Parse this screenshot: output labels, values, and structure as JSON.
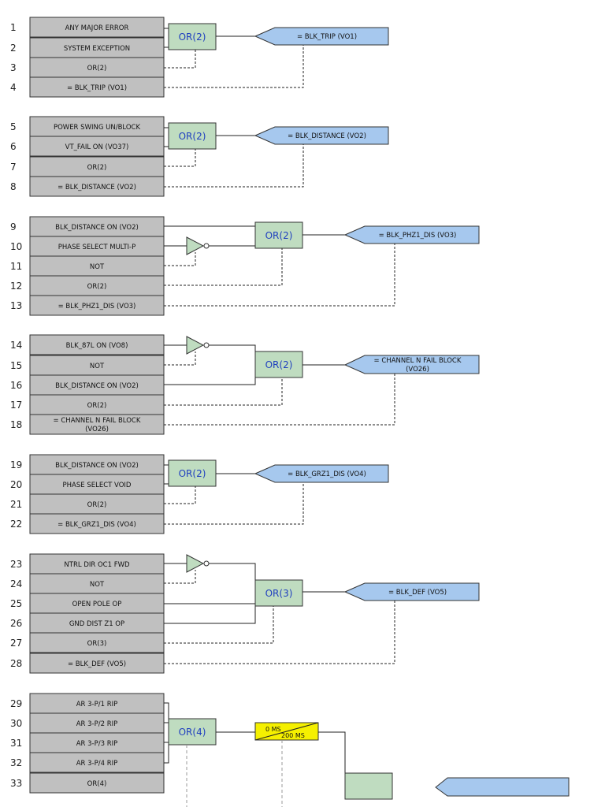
{
  "rows": [
    {
      "n": "1",
      "label": "ANY MAJOR ERROR"
    },
    {
      "n": "2",
      "label": "SYSTEM EXCEPTION"
    },
    {
      "n": "3",
      "label": "OR(2)"
    },
    {
      "n": "4",
      "label": "= BLK_TRIP (VO1)"
    },
    {
      "n": "5",
      "label": "POWER SWING UN/BLOCK"
    },
    {
      "n": "6",
      "label": "VT_FAIL ON (VO37)"
    },
    {
      "n": "7",
      "label": "OR(2)"
    },
    {
      "n": "8",
      "label": "= BLK_DISTANCE (VO2)"
    },
    {
      "n": "9",
      "label": "BLK_DISTANCE ON (VO2)"
    },
    {
      "n": "10",
      "label": "PHASE SELECT MULTI-P"
    },
    {
      "n": "11",
      "label": "NOT"
    },
    {
      "n": "12",
      "label": "OR(2)"
    },
    {
      "n": "13",
      "label": "= BLK_PHZ1_DIS (VO3)"
    },
    {
      "n": "14",
      "label": "BLK_87L ON (VO8)"
    },
    {
      "n": "15",
      "label": "NOT"
    },
    {
      "n": "16",
      "label": "BLK_DISTANCE ON (VO2)"
    },
    {
      "n": "17",
      "label": "OR(2)"
    },
    {
      "n": "18",
      "label": "= CHANNEL N FAIL BLOCK (VO26)"
    },
    {
      "n": "19",
      "label": "BLK_DISTANCE ON (VO2)"
    },
    {
      "n": "20",
      "label": "PHASE SELECT VOID"
    },
    {
      "n": "21",
      "label": "OR(2)"
    },
    {
      "n": "22",
      "label": "= BLK_GRZ1_DIS (VO4)"
    },
    {
      "n": "23",
      "label": "NTRL DIR OC1 FWD"
    },
    {
      "n": "24",
      "label": "NOT"
    },
    {
      "n": "25",
      "label": "OPEN POLE OP"
    },
    {
      "n": "26",
      "label": "GND DIST Z1 OP"
    },
    {
      "n": "27",
      "label": "OR(3)"
    },
    {
      "n": "28",
      "label": "= BLK_DEF (VO5)"
    },
    {
      "n": "29",
      "label": "AR 3-P/1 RIP"
    },
    {
      "n": "30",
      "label": "AR 3-P/2 RIP"
    },
    {
      "n": "31",
      "label": "AR 3-P/3 RIP"
    },
    {
      "n": "32",
      "label": "AR 3-P/4 RIP"
    },
    {
      "n": "33",
      "label": "OR(4)"
    }
  ],
  "gates": {
    "g1": "OR(2)",
    "g2": "OR(2)",
    "g3": "OR(2)",
    "g4": "OR(2)",
    "g5": "OR(2)",
    "g6": "OR(3)",
    "g7": "OR(4)"
  },
  "outputs": {
    "o1": "= BLK_TRIP (VO1)",
    "o2": "= BLK_DISTANCE (VO2)",
    "o3": "= BLK_PHZ1_DIS (VO3)",
    "o4_line1": "= CHANNEL N FAIL BLOCK",
    "o4_line2": "(VO26)",
    "o5": "= BLK_GRZ1_DIS (VO4)",
    "o6": "= BLK_DEF (VO5)"
  },
  "timer": {
    "pickup": "0 MS",
    "dropout": "200 MS"
  }
}
